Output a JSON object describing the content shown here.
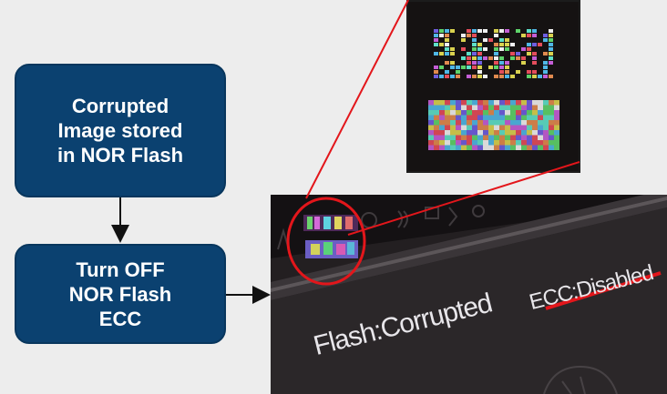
{
  "diagram": {
    "boxes": {
      "corrupted": {
        "lines": [
          "Corrupted",
          "Image stored",
          "in NOR Flash"
        ]
      },
      "ecc": {
        "lines": [
          "Turn OFF",
          "NOR Flash",
          "ECC"
        ]
      }
    },
    "photo_labels": {
      "flash": "Flash:Corrupted",
      "ecc": "ECC:Disabled"
    },
    "colors": {
      "box_fill": "#0b4170",
      "highlight": "#e3161b",
      "background": "#ededed"
    }
  }
}
